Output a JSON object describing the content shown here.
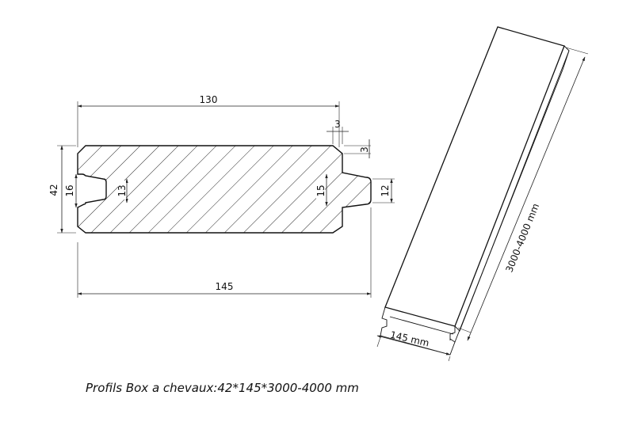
{
  "dimensions": {
    "top_width": "130",
    "tongue_depth": "3",
    "tongue_offset": "3",
    "total_height": "42",
    "groove_opening": "16",
    "groove_depth": "13",
    "tongue_height": "15",
    "tongue_tip": "12",
    "total_width": "145",
    "length": "3000-4000 mm",
    "iso_width": "145 mm"
  },
  "caption": "Profils Box a chevaux:42*145*3000-4000 mm"
}
